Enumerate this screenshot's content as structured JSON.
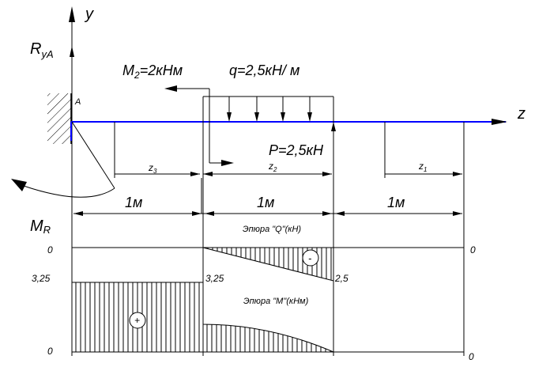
{
  "axes": {
    "y": "y",
    "z": "z"
  },
  "labels": {
    "reaction": "R",
    "reaction_sub": "yA",
    "support": "A",
    "moment_load": "M",
    "moment_load_sub": "2",
    "moment_load_value": "=2кНм",
    "distributed_load": "q=2,5кН/ м",
    "point_load": "P=2,5кН",
    "reaction_moment": "M",
    "reaction_moment_sub": "R"
  },
  "coordinates": {
    "z1": "z",
    "z1_sub": "1",
    "z2": "z",
    "z2_sub": "2",
    "z3": "z",
    "z3_sub": "3"
  },
  "spans": [
    "1м",
    "1м",
    "1м"
  ],
  "q_diagram": {
    "title": "Эпюра \"Q\"(кН)",
    "zero_left": "0",
    "zero_right": "0",
    "value_end": "2,5",
    "sign": "-"
  },
  "m_diagram": {
    "title": "Эпюра \"M\"(кНм)",
    "value_left": "3,25",
    "value_mid": "3,25",
    "zero_left": "0",
    "zero_right": "0",
    "sign": "+"
  },
  "colors": {
    "beam": "#0000ff",
    "lines": "#000000"
  }
}
